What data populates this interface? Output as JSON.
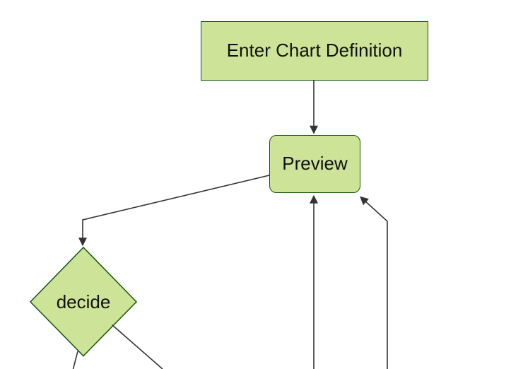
{
  "diagram": {
    "type": "flowchart",
    "nodes": [
      {
        "id": "enter-chart-definition",
        "label": "Enter Chart Definition",
        "shape": "rectangle"
      },
      {
        "id": "preview",
        "label": "Preview",
        "shape": "rounded-rectangle"
      },
      {
        "id": "decide",
        "label": "decide",
        "shape": "diamond"
      }
    ],
    "edges": [
      {
        "from": "enter-chart-definition",
        "to": "preview",
        "arrowhead": true
      },
      {
        "from": "preview",
        "to": "decide",
        "arrowhead": true
      },
      {
        "from": "offscreen-bottom",
        "to": "preview",
        "arrowhead": true
      },
      {
        "from": "offscreen-bottom",
        "to": "preview-bottom-right",
        "arrowhead": true
      },
      {
        "from": "decide",
        "to": "offscreen-bottom-left",
        "arrowhead": false
      },
      {
        "from": "decide",
        "to": "offscreen-bottom-right",
        "arrowhead": false
      }
    ]
  },
  "colors": {
    "node_fill": "#cde498",
    "node_border": "#13540c",
    "edge_stroke": "#333333",
    "text": "#111111",
    "background": "#ffffff"
  }
}
